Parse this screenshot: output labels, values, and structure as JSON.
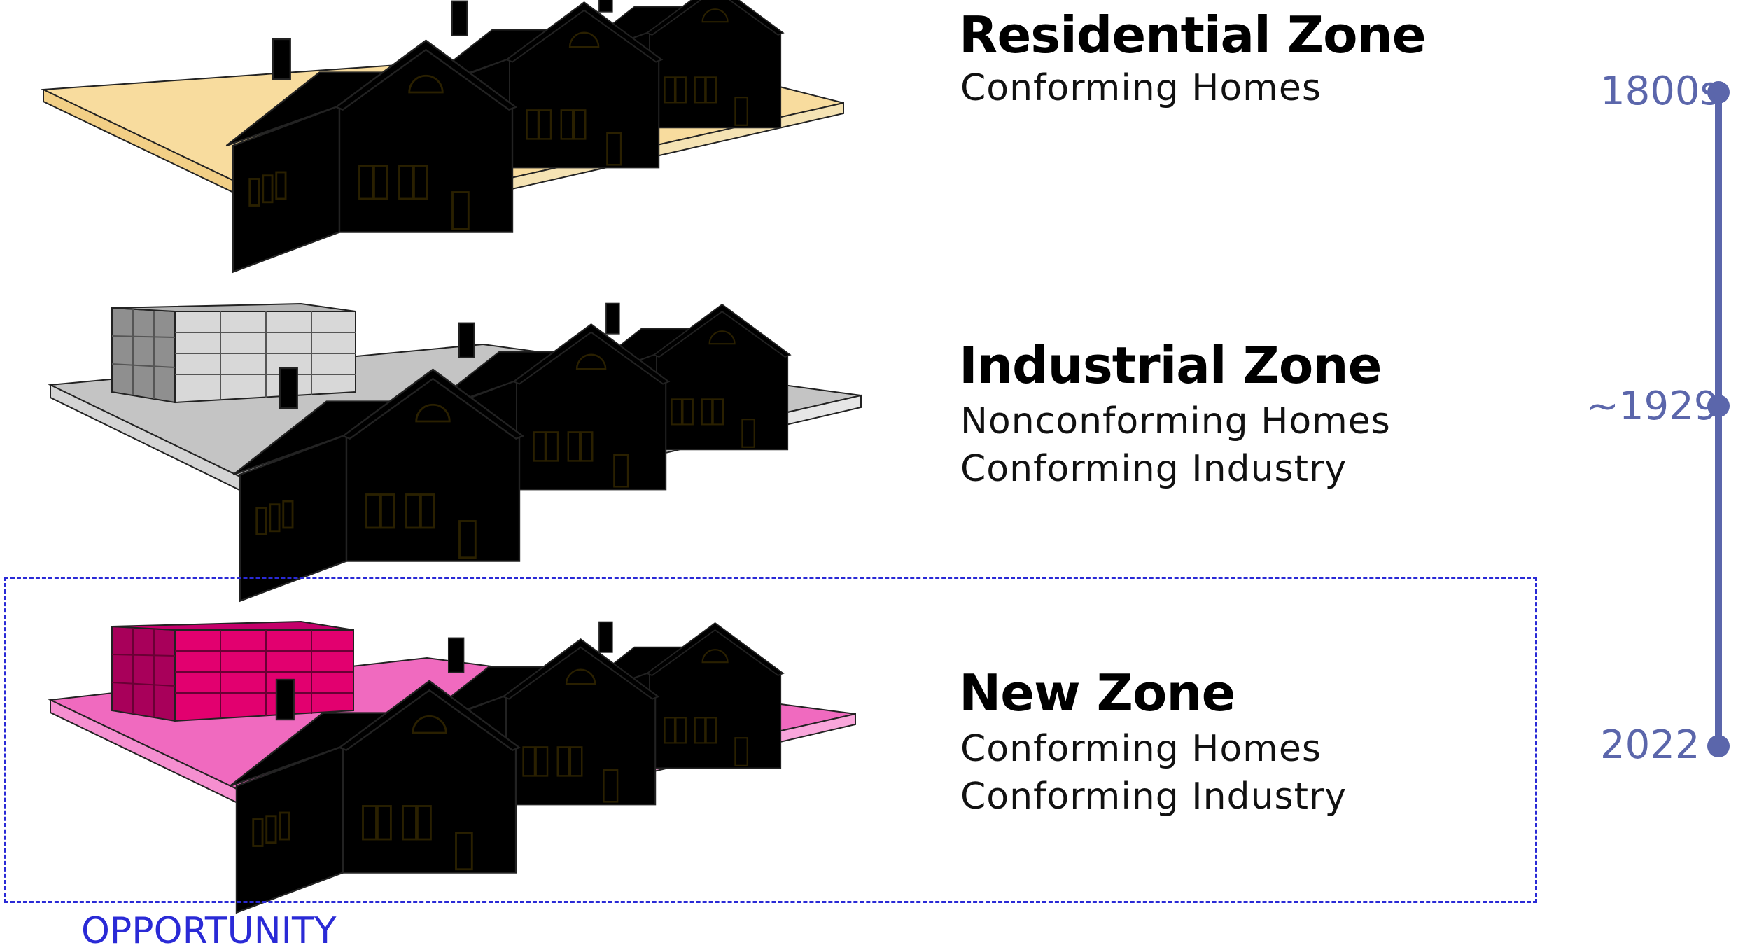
{
  "zones": [
    {
      "title": "Residential Zone",
      "lines": [
        "Conforming Homes"
      ],
      "colors": {
        "ground": "#f8dc9e",
        "ground_side": "#f2cf86",
        "house_front": "#f2c300",
        "house_side": "#c99a00",
        "roof": "#b8860b"
      }
    },
    {
      "title": "Industrial Zone",
      "lines": [
        "Nonconforming Homes",
        "Conforming Industry"
      ],
      "colors": {
        "ground": "#c4c4c4",
        "ground_side": "#dedede",
        "house_front": "#f2c300",
        "house_side": "#c99a00",
        "roof": "#b8860b",
        "building_front": "#d8d8d8",
        "building_side": "#8f8f8f"
      }
    },
    {
      "title": "New Zone",
      "lines": [
        "Conforming Homes",
        "Conforming Industry"
      ],
      "colors": {
        "ground": "#f06abf",
        "ground_side": "#f58fd0",
        "house_front": "#e8008a",
        "house_side": "#b0006a",
        "roof": "#c0007a",
        "building_front": "#e2006f",
        "building_side": "#a8005a"
      }
    }
  ],
  "timeline": {
    "color": "#5b66ab",
    "labels": [
      "1800s",
      "~1929",
      "2022"
    ]
  },
  "opportunity": {
    "label": "OPPORTUNITY",
    "color": "#2a2ad6"
  }
}
